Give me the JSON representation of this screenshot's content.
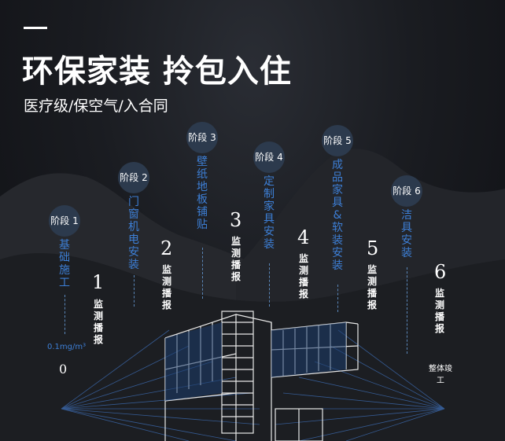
{
  "header": {
    "title": "环保家装 拎包入住",
    "subtitle": "医疗级/保空气/入合同"
  },
  "stages": [
    {
      "badge": "阶段 1",
      "text": "基础施工"
    },
    {
      "badge": "阶段 2",
      "text": "门窗机电安装"
    },
    {
      "badge": "阶段 3",
      "text": "壁纸地板铺贴"
    },
    {
      "badge": "阶段 4",
      "text": "定制家具安装"
    },
    {
      "badge": "阶段 5",
      "text": "成品家具&软装安装"
    },
    {
      "badge": "阶段 6",
      "text": "洁具安装"
    }
  ],
  "monitors": [
    {
      "num": "0"
    },
    {
      "num": "1",
      "label": "监测播报"
    },
    {
      "num": "2",
      "label": "监测播报"
    },
    {
      "num": "3",
      "label": "监测播报"
    },
    {
      "num": "4",
      "label": "监测播报"
    },
    {
      "num": "5",
      "label": "监测播报"
    },
    {
      "num": "6",
      "label": "监测播报"
    }
  ],
  "start_value": "0.1mg/m³",
  "final_label": "整体竣工",
  "colors": {
    "accent": "#3d7fd6",
    "badge": "#2c3a4d",
    "background": "#15171c",
    "text": "#ffffff"
  }
}
